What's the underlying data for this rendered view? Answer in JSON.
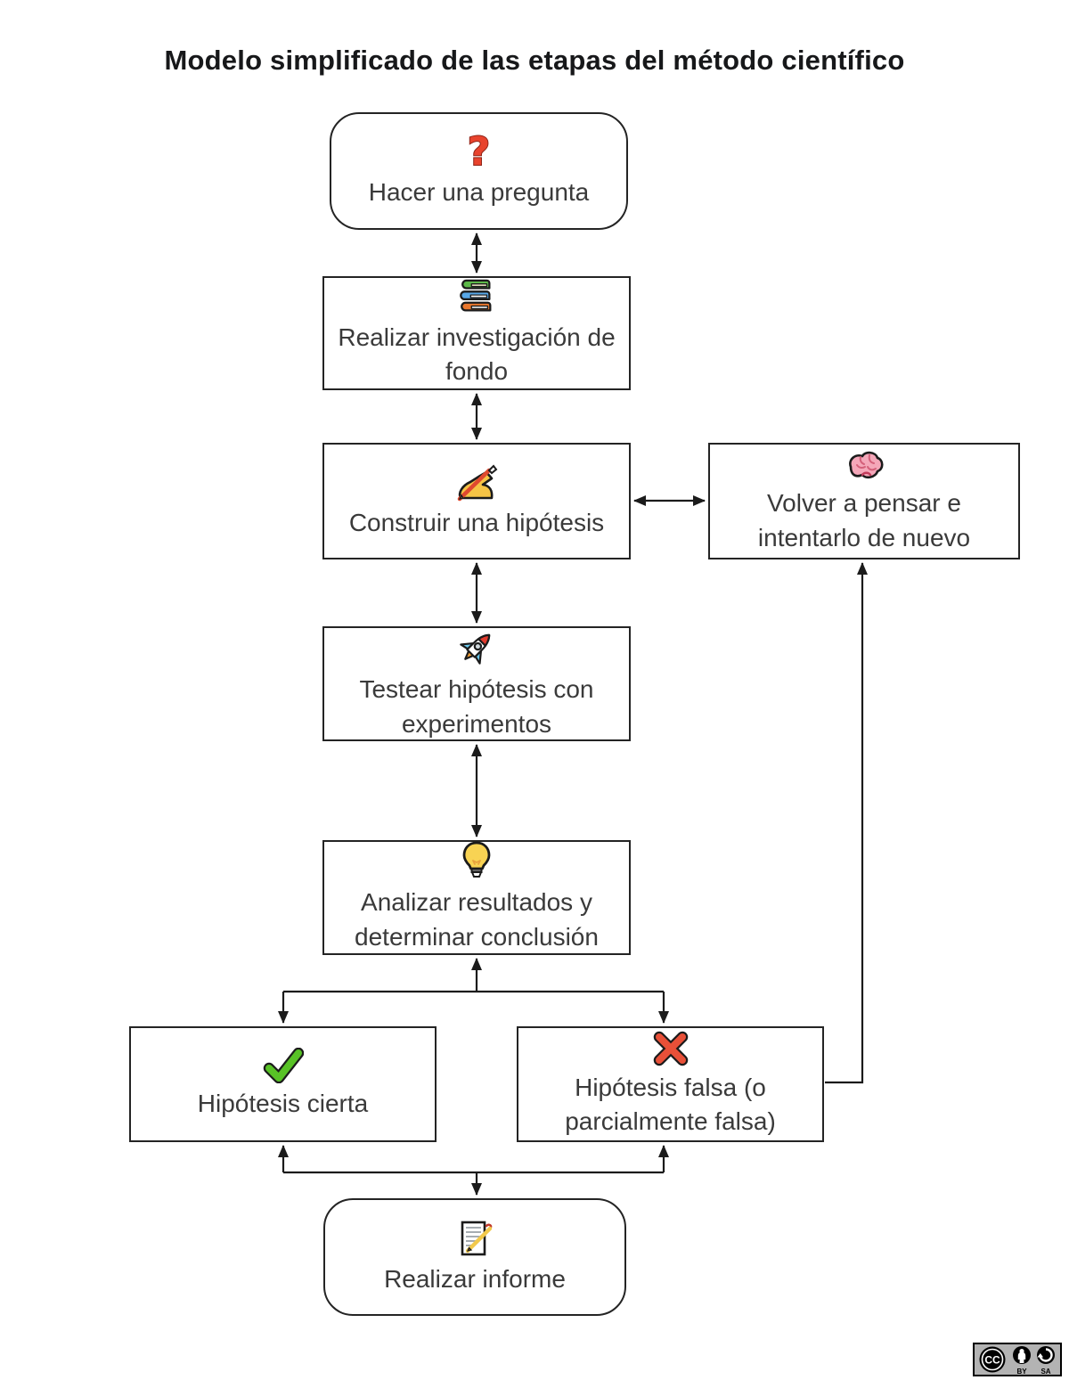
{
  "title": "Modelo simplificado de las etapas del método científico",
  "nodes": {
    "ask": {
      "label": "Hacer una pregunta",
      "icon": "question-mark-icon"
    },
    "research": {
      "label": "Realizar investigación de fondo",
      "icon": "books-icon"
    },
    "hypothesis": {
      "label": "Construir una hipótesis",
      "icon": "writing-hand-icon"
    },
    "rethink": {
      "label": "Volver a pensar e intentarlo de nuevo",
      "icon": "brain-icon"
    },
    "test": {
      "label": "Testear hipótesis con experimentos",
      "icon": "rocket-icon"
    },
    "analyze": {
      "label": "Analizar resultados y determinar conclusión",
      "icon": "light-bulb-icon"
    },
    "true": {
      "label": "Hipótesis cierta",
      "icon": "check-mark-icon"
    },
    "false": {
      "label": "Hipótesis falsa (o parcialmente falsa)",
      "icon": "cross-mark-icon"
    },
    "report": {
      "label": "Realizar informe",
      "icon": "memo-pencil-icon"
    }
  },
  "question_glyph": "?",
  "license": {
    "cc": "CC",
    "by": "BY",
    "sa": "SA"
  },
  "colors": {
    "question_red": "#e8432d",
    "check_green": "#58c226",
    "cross_red": "#e85038",
    "brain_pink": "#f4a7b9",
    "bulb_yellow": "#f8d353",
    "hand_yellow": "#f6c445",
    "book_green": "#5cb948",
    "book_blue": "#58a8e8",
    "book_orange": "#e8772e",
    "line_black": "#1b1b1b",
    "badge_gray": "#b3b3b3"
  }
}
